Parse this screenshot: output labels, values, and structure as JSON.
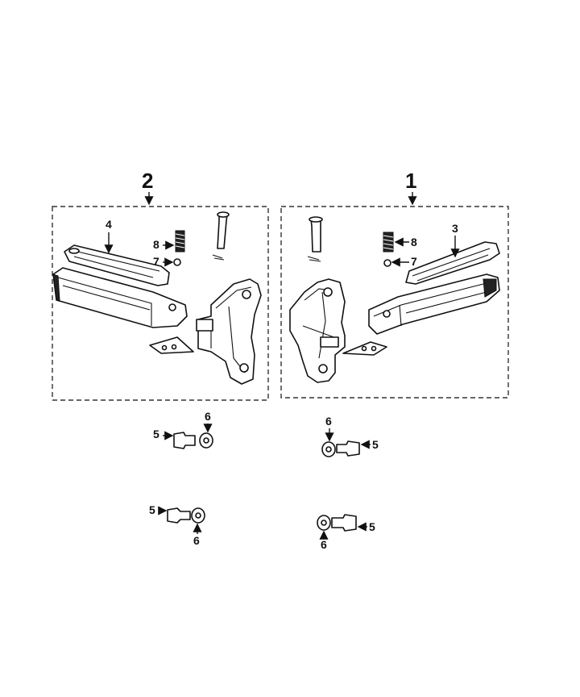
{
  "diagram": {
    "assembly_labels": {
      "left": "2",
      "right": "1"
    },
    "callouts": {
      "bracket_left": "4",
      "bracket_right": "3",
      "spring_left": "8",
      "spring_right": "8",
      "clip_left": "7",
      "clip_right": "7",
      "bolt_a": "5",
      "washer_a": "6",
      "bolt_b": "5",
      "washer_b": "6",
      "bolt_c": "5",
      "washer_c": "6",
      "bolt_d": "5",
      "washer_d": "6"
    },
    "colors": {
      "line": "#111111",
      "background": "#ffffff",
      "fill_dark": "#222222"
    }
  }
}
